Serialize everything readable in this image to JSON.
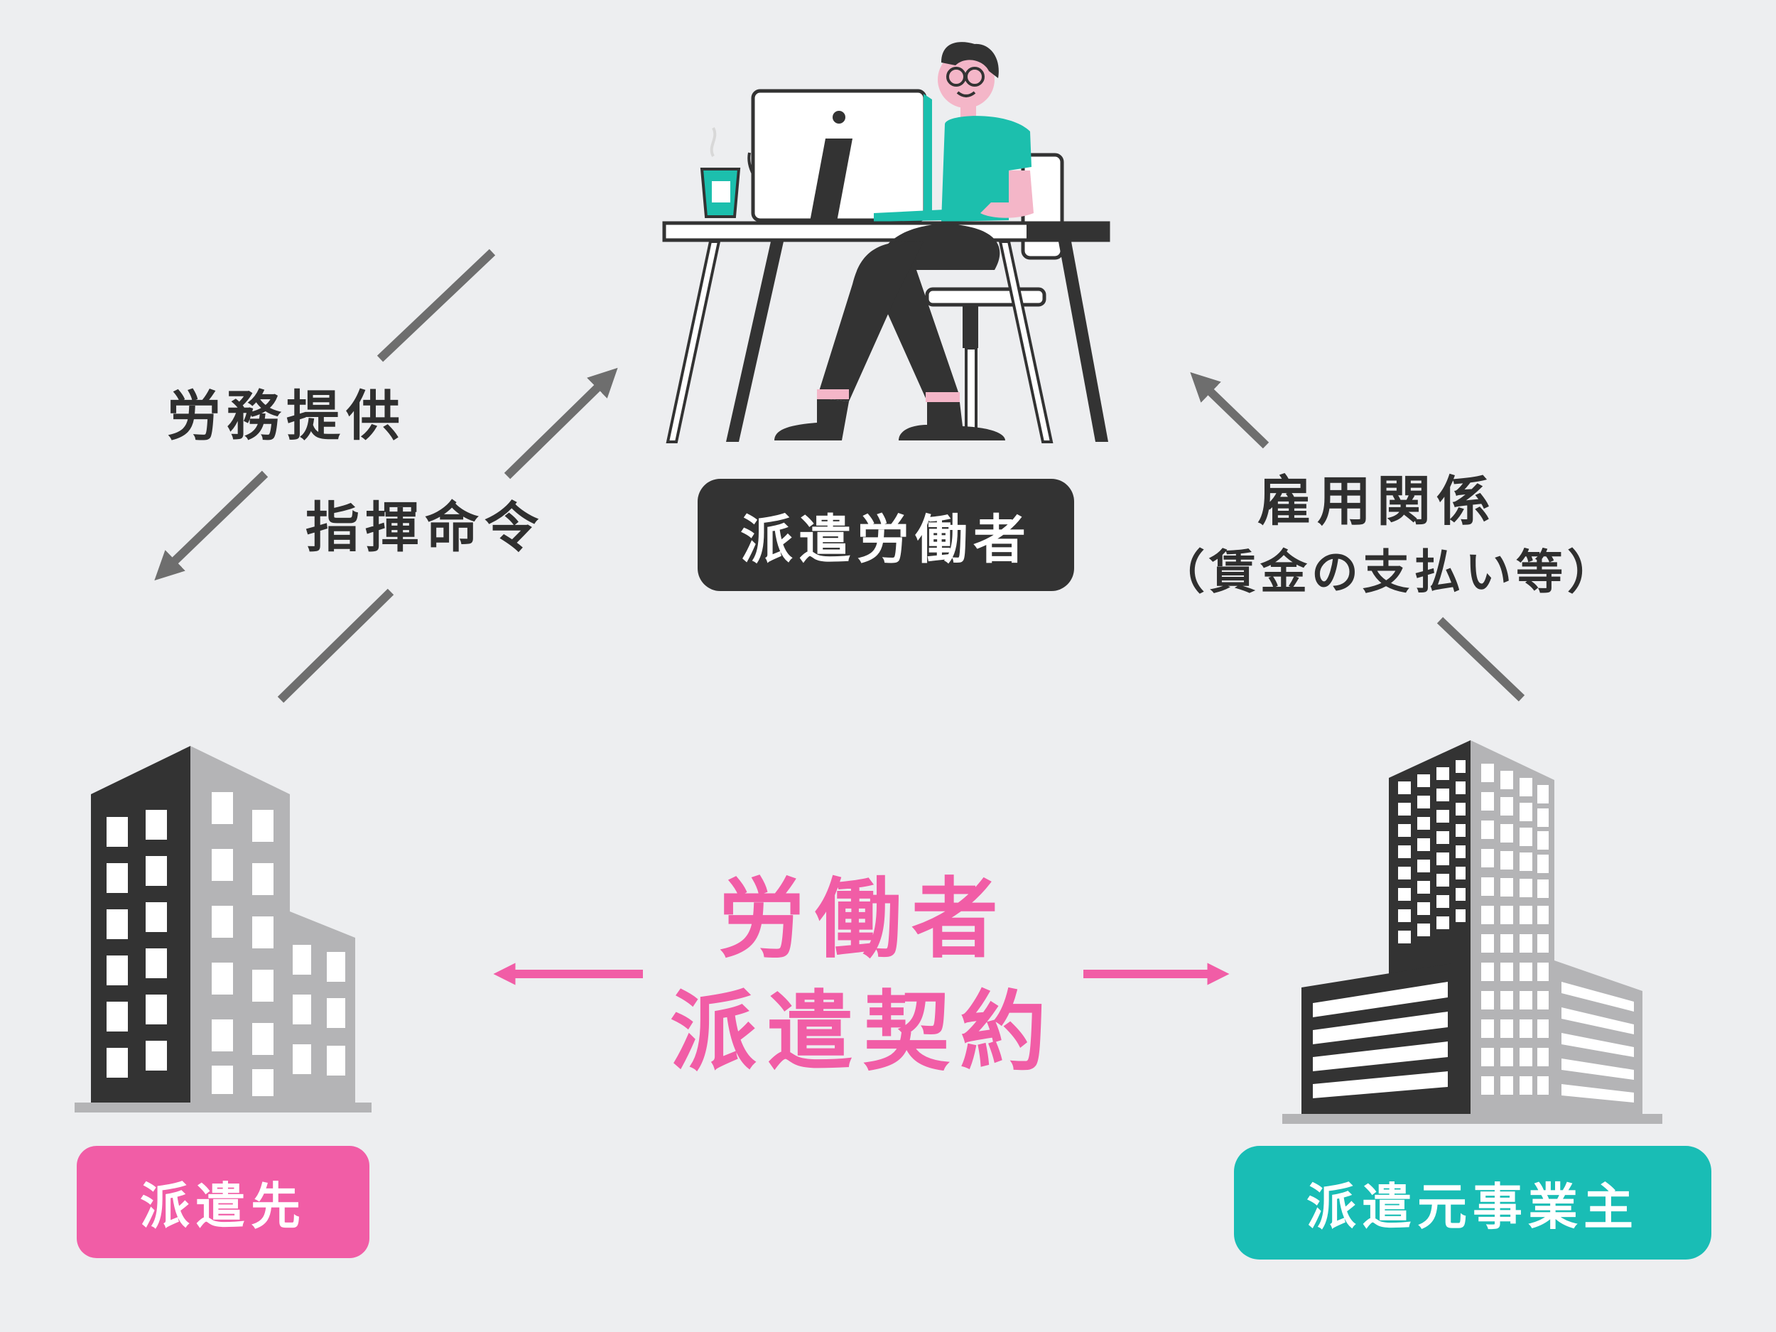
{
  "labels": {
    "service": "労務提供",
    "command": "指揮命令",
    "employment": "雇用関係",
    "wage": "（賃金の支払い等）"
  },
  "contract": {
    "line1": "労働者",
    "line2": "派遣契約"
  },
  "nodes": {
    "worker": "派遣労働者",
    "client": "派遣先",
    "agency": "派遣元事業主"
  },
  "colors": {
    "background": "#edeef0",
    "dark": "#333333",
    "pink": "#f15da6",
    "teal": "#19bdb5",
    "gray_arrow": "#6e6e6e",
    "building_gray": "#b4b4b6",
    "shirt": "#1cbfad",
    "skin": "#f4b6c8"
  },
  "icons": [
    "worker-at-desk-illustration",
    "client-building-icon",
    "agency-building-icon"
  ]
}
